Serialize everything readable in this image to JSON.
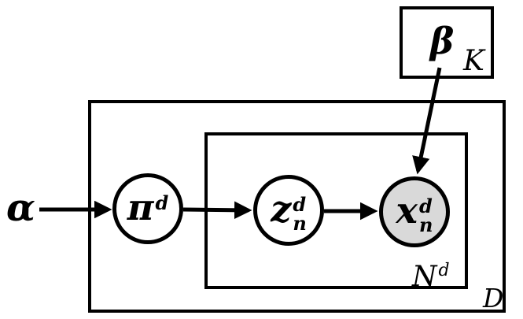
{
  "colors": {
    "line": "#000000",
    "background": "#ffffff",
    "node_fill": "#ffffff",
    "observed_fill": "#d9d9d9"
  },
  "nodes": {
    "alpha": {
      "label": "α"
    },
    "pi": {
      "base": "π",
      "sup": "d",
      "sub": ""
    },
    "z": {
      "base": "z",
      "sup": "d",
      "sub": "n"
    },
    "x": {
      "base": "x",
      "sup": "d",
      "sub": "n",
      "observed": true
    },
    "beta": {
      "label": "β"
    }
  },
  "plates": {
    "beta_box": {
      "label": "K"
    },
    "inner": {
      "base": "N",
      "sup": "d",
      "sub": ""
    },
    "outer": {
      "label": "D"
    }
  },
  "edges": [
    {
      "from": "alpha",
      "to": "pi"
    },
    {
      "from": "pi",
      "to": "z"
    },
    {
      "from": "z",
      "to": "x"
    },
    {
      "from": "beta",
      "to": "x"
    }
  ]
}
